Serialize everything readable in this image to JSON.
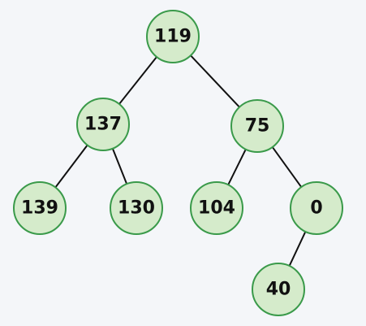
{
  "tree": {
    "colors": {
      "background": "#f4f6f9",
      "node_fill": "#d5ebcb",
      "node_stroke": "#3a9a4a",
      "edge": "#111111",
      "text": "#111111"
    },
    "nodes": {
      "root": "119",
      "root_left": "137",
      "root_right": "75",
      "left_left": "139",
      "left_right": "130",
      "right_left": "104",
      "right_right": "0",
      "right_right_left": "40"
    },
    "edges": [
      [
        "root",
        "root_left"
      ],
      [
        "root",
        "root_right"
      ],
      [
        "root_left",
        "left_left"
      ],
      [
        "root_left",
        "left_right"
      ],
      [
        "root_right",
        "right_left"
      ],
      [
        "root_right",
        "right_right"
      ],
      [
        "right_right",
        "right_right_left"
      ]
    ]
  }
}
